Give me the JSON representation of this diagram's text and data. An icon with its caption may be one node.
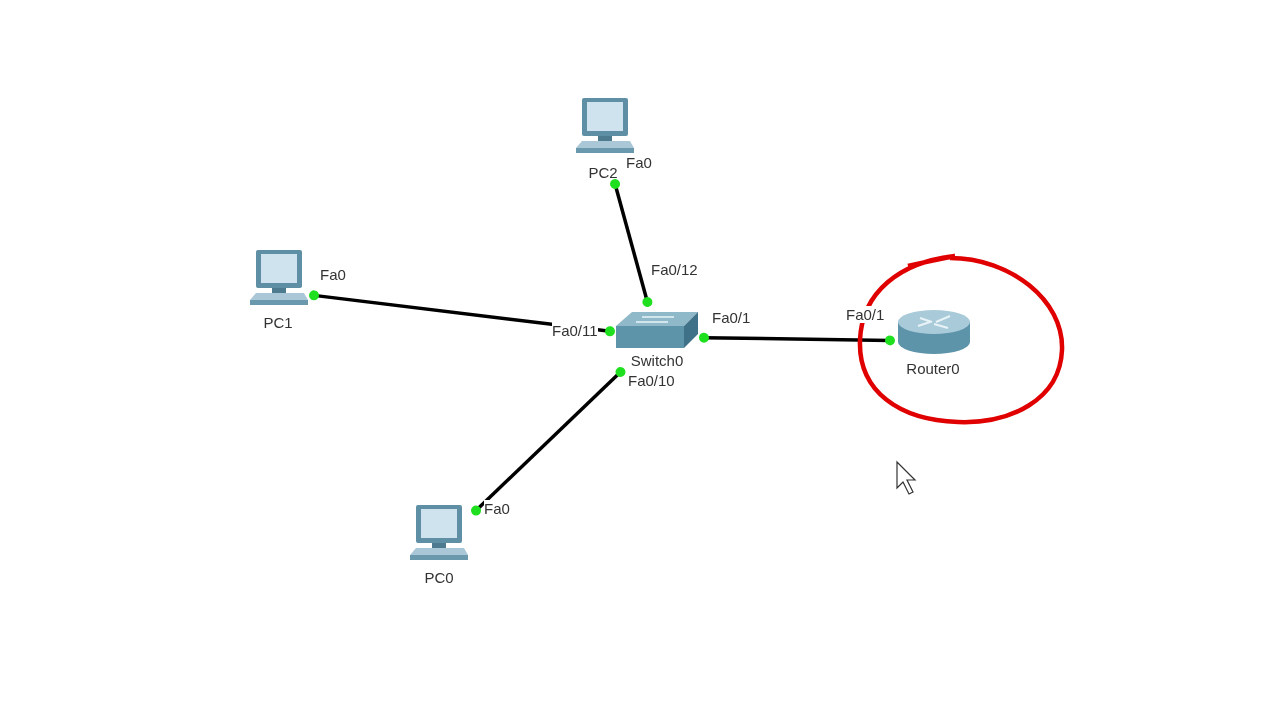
{
  "diagram": {
    "nodes": [
      {
        "text": [
          "PC2"
        ],
        "beside": [
          "Fa0"
        ]
      },
      {
        "text": [
          "PC1"
        ],
        "beside": [
          "Fa0"
        ]
      },
      {
        "text": [
          "Switch0"
        ],
        "beside": [
          "Fa0/12",
          "Fa0/11",
          "Fa0/1",
          "Fa0/10"
        ]
      },
      {
        "text": [
          "Router0"
        ],
        "beside": [
          "Fa0/1"
        ]
      },
      {
        "text": [
          "PC0"
        ],
        "beside": [
          "Fa0"
        ]
      }
    ],
    "edges": [
      {
        "from": 0,
        "to": 2,
        "arrow": "other"
      },
      {
        "from": 1,
        "to": 2,
        "arrow": "other"
      },
      {
        "from": 2,
        "to": 3,
        "arrow": "other"
      },
      {
        "from": 2,
        "to": 4,
        "arrow": "other"
      }
    ]
  }
}
